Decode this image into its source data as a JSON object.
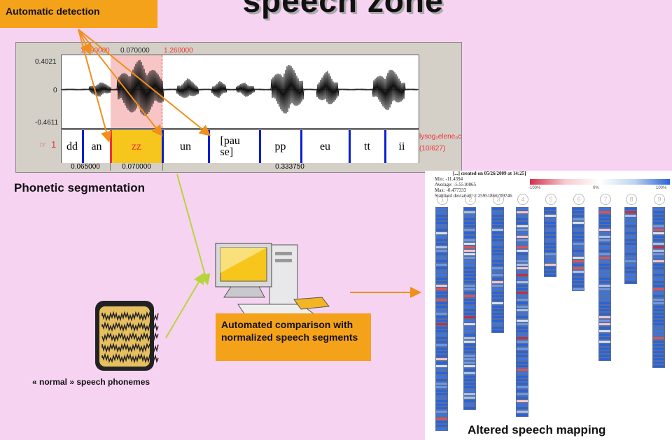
{
  "title": "speech zone",
  "auto_label": "Automatic detection",
  "phonetic_label": "Phonetic segmentation",
  "comparison_label": "Automated comparison with normalized speech segments",
  "normal_label": "« normal » speech phonemes",
  "altered_label": "Altered speech mapping",
  "editor": {
    "top_times": [
      "1.190000",
      "0.070000",
      "1.260000"
    ],
    "y_ticks": [
      "0.4021",
      "0",
      "-0.4611"
    ],
    "tier_label": "1",
    "segments": [
      "dd",
      "an",
      "zz",
      "un",
      "[pau se]",
      "pp",
      "eu",
      "tt",
      "ii"
    ],
    "file_label": "lysog₁elene₀c",
    "counter": "(10/627)",
    "bottom_times": [
      "0.065000",
      "0.070000",
      "0.333750"
    ]
  },
  "colors": {
    "background": "#f7d3f2",
    "highlight": "#f5a21b",
    "selection": "#f7c5c5",
    "segment_bar": "#0a1fd0",
    "arrow_orange": "#f08f1a",
    "arrow_green": "#b7d43b"
  },
  "mapping": {
    "header_lines": [
      "[...] created on 05/26/2009 at 14:25]",
      "Min: -11.4394",
      "Average: -5.5510865",
      "Max: -0.477333",
      "Standard deviation: 2.25951866709746"
    ],
    "scale_labels": [
      "-100%",
      "0%",
      "100%"
    ],
    "column_numbers": [
      "1",
      "2",
      "3",
      "4",
      "5",
      "6",
      "7",
      "8",
      "9"
    ]
  }
}
